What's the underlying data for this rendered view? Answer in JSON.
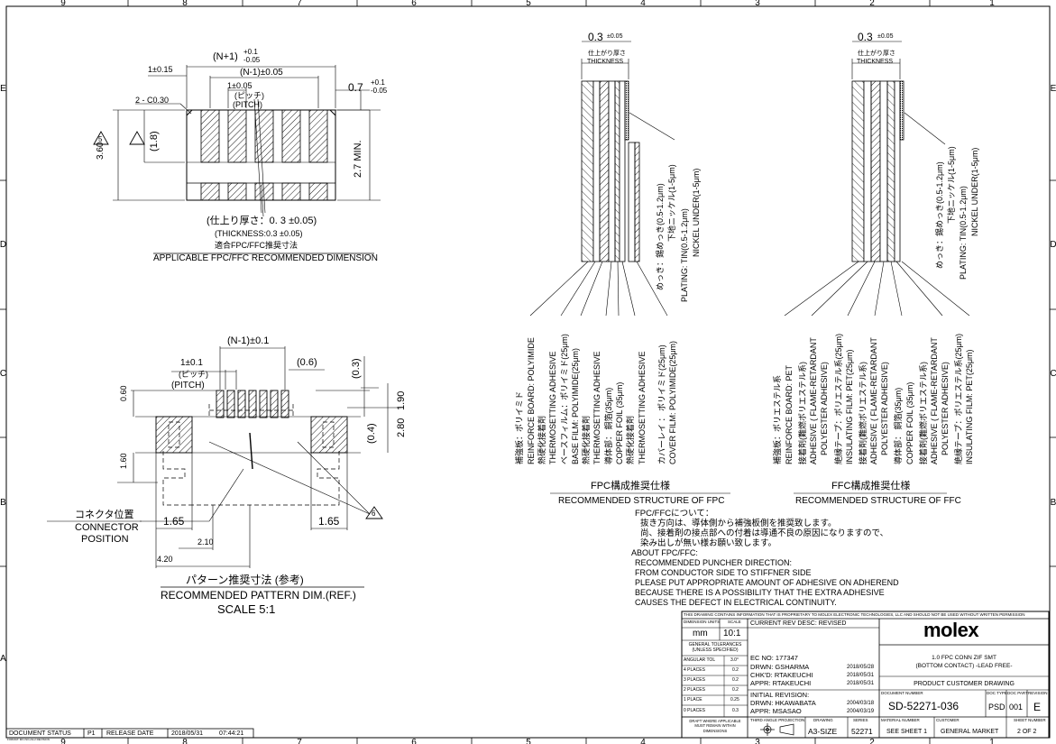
{
  "frame": {
    "column_numbers": [
      "9",
      "8",
      "7",
      "6",
      "5",
      "4",
      "3",
      "2",
      "1"
    ],
    "row_letters": [
      "E",
      "D",
      "C",
      "B",
      "A"
    ]
  },
  "view_top_left": {
    "dims": {
      "total_width": "(N+1)",
      "total_tol_upper": "+0.1",
      "total_tol_lower": "-0.05",
      "inner_width": "(N-1)±0.05",
      "pitch": "1±0.05",
      "pitch_jp": "(ピッチ)",
      "pitch_en": "(PITCH)",
      "edge": "1±0.15",
      "chamfer": "2 - C0.30",
      "tail": "0.7",
      "tail_tol_upper": "+0.1",
      "tail_tol_lower": "-0.05",
      "height": "3.60",
      "contact_len": "(1.8)",
      "min_len": "2.7 MIN.",
      "note_num": "5",
      "thickness_jp": "(仕上り厚さ：0. 3 ±0.05)",
      "thickness_en": "(THICKNESS:0.3 ±0.05)"
    },
    "title_jp": "適合FPC/FFC推奨寸法",
    "title_en": "APPLICABLE FPC/FFC RECOMMENDED DIMENSION"
  },
  "view_bottom_left": {
    "dims": {
      "inner": "(N-1)±0.1",
      "pitch": "1±0.1",
      "pitch_jp": "(ピッチ)",
      "pitch_en": "(PITCH)",
      "gap": "(0.6)",
      "top_offset": "(0.3)",
      "left_height": "0.60",
      "right_h1": "1.90",
      "right_h2": "2.80",
      "mid": "(0.4)",
      "lower": "1.60",
      "pad_left": "1.65",
      "pad_right": "1.65",
      "d210": "2.10",
      "d420": "4.20",
      "note_num": "6"
    },
    "connector_jp": "コネクタ位置",
    "connector_en": [
      "CONNECTOR",
      "POSITION"
    ],
    "title_jp": "パターン推奨寸法 (参考)",
    "title_en": "RECOMMENDED PATTERN DIM.(REF.)",
    "scale": "SCALE   5:1"
  },
  "fpc": {
    "thickness": "0.3",
    "thickness_tol": "±0.05",
    "thickness_jp": "仕上がり厚さ",
    "thickness_en": "THICKNESS",
    "plating": [
      "めっき：錫めっき(0.5-1.2μm)",
      "下地ニッケル(1-5μm)",
      "PLATING: TIN(0.5-1.2μm)",
      "NICKEL UNDER(1-5μm)"
    ],
    "layers": [
      "補強板：ポリイミド",
      "REINFORCE BOARD: POLYIMIDE",
      "熱硬化接着剤",
      "THERMOSETTING ADHESIVE",
      "ベースフィルム：ポリイミド(25μm)",
      "BASE FILM: POLYIMIDE(25μm)",
      "熱硬化接着剤",
      "THERMOSETTING ADHESIVE",
      "導体部：  銅箔(35μm)",
      "COPPER FOIL (35μm)",
      "熱硬化接着剤",
      "THERMOSETTING ADHESIVE",
      "カバーレイ ： ポリイミド(25μm)",
      "COVER FILM: POLYIMIDE(25μm)"
    ],
    "title_jp": "FPC構成推奨仕様",
    "title_en": "RECOMMENDED STRUCTURE OF FPC"
  },
  "ffc": {
    "thickness": "0.3",
    "thickness_tol": "±0.05",
    "thickness_jp": "仕上がり厚さ",
    "thickness_en": "THICKNESS",
    "plating": [
      "めっき：錫めっき(0.5-1.2μm)",
      "下地ニッケル(1-5μm)",
      "PLATING: TIN(0.5-1.2μm)",
      "NICKEL UNDER(1-5μm)"
    ],
    "layers": [
      "補強板：ポリエステル系",
      "REINFORCE BOARD: PET",
      "接着剤(難燃ポリエステル系)",
      "ADHESIVE ( FLAME-RETARDANT",
      "POLYESTER ADHESIVE)",
      "絶縁テープ：ポリエステル系(25μm)",
      "INSULATING FILM: PET(25μm)",
      "接着剤(難燃ポリエステル系)",
      "ADHESIVE ( FLAME-RETARDANT",
      "POLYESTER ADHESIVE)",
      "導体部：  銅箔(35μm)",
      "COPPER FOIL (35μm)",
      "接着剤(難燃ポリエステル系)",
      "ADHESIVE ( FLAME-RETARDANT",
      "POLYESTER ADHESIVE)",
      "絶縁テープ：ポリエステル系(25μm)",
      "INSULATING FILM: PET(25μm)"
    ],
    "title_jp": "FFC構成推奨仕様",
    "title_en": "RECOMMENDED STRUCTURE OF FFC"
  },
  "notes": {
    "header_jp": "FPC/FFCについて：",
    "lines_jp": [
      "抜き方向は、導体側から補強板側を推奨致します。",
      "尚、接着剤の接点部への付着は導通不良の原因になりますので、",
      "染み出しが無い様お願い致します。"
    ],
    "header_en": "ABOUT FPC/FFC:",
    "lines_en": [
      "RECOMMENDED PUNCHER DIRECTION:",
      "FROM CONDUCTOR SIDE TO STIFFNER SIDE",
      "PLEASE PUT APPROPRIATE AMOUNT OF ADHESIVE ON ADHEREND",
      "BECAUSE THERE IS A POSSIBILITY THAT THE EXTRA ADHESIVE",
      "CAUSES THE   DEFECT IN ELECTRICAL CONTINUITY."
    ]
  },
  "title_block": {
    "proprietary": "THIS DRAWING CONTAINS INFORMATION THAT IS PROPRIETARY TO MOLEX ELECTRONIC TECHNOLOGIES, LLC AND SHOULD NOT BE USED WITHOUT WRITTEN PERMISSION",
    "dimension_units_label": "DIMENSION UNITS",
    "dimension_units": "mm",
    "scale_label": "SCALE",
    "scale": "10:1",
    "general_tolerances": "GENERAL TOLERANCES (UNLESS SPECIFIED)",
    "angular_label": "ANGULAR TOL",
    "angular_value": "3.0°",
    "tolerances": [
      {
        "label": "4 PLACES",
        "value": "0.2"
      },
      {
        "label": "3 PLACES",
        "value": "0.2"
      },
      {
        "label": "2 PLACES",
        "value": "0.2"
      },
      {
        "label": "1 PLACE",
        "value": "0.25"
      },
      {
        "label": "0 PLACES",
        "value": "0.3"
      }
    ],
    "draft_note": "DRAFT WHERE APPLICABLE MUST REMAIN WITHIN DIMENSIONS",
    "current_rev_label": "CURRENT REV DESC: REVISED",
    "ec_no": "EC NO:   177347",
    "drwn": "DRWN:  GSHARMA",
    "drwn_date": "2018/05/28",
    "chkd": "CHK'D:  RTAKEUCHI",
    "chkd_date": "2018/05/31",
    "appr": "APPR:   RTAKEUCHI",
    "appr_date": "2018/05/31",
    "initial_revision": "INITIAL REVISION:",
    "init_drwn": "DRWN:  HKAWABATA",
    "init_drwn_date": "2004/03/18",
    "init_appr": "APPR:   MSASAO",
    "init_appr_date": "2004/03/19",
    "logo": "molex",
    "product_line1": "1.0 FPC CONN ZIF SMT",
    "product_line2": "(BOTTOM CONTACT) -LEAD FREE-",
    "drawing_type": "PRODUCT CUSTOMER DRAWING",
    "doc_number_label": "DOCUMENT NUMBER",
    "doc_number": "SD-52271-036",
    "doc_type_label": "DOC TYPE",
    "doc_type": "PSD",
    "doc_part_label": "DOC PART",
    "doc_part": "001",
    "revision_label": "REVISION",
    "revision": "E",
    "projection_label": "THIRD ANGLE PROJECTION",
    "drawing_label": "DRAWING",
    "sheet_size": "A3-SIZE",
    "series_label": "SERIES",
    "series": "52271",
    "material_label": "MATERIAL NUMBER",
    "material": "SEE SHEET 1",
    "customer_label": "CUSTOMER",
    "customer": "GENERAL MARKET",
    "sheet_label": "SHEET NUMBER",
    "sheet": "2 OF 2"
  },
  "status_bar": {
    "document_status_label": "DOCUMENT STATUS",
    "document_status": "P1",
    "release_date_label": "RELEASE DATE",
    "release_date": "2018/05/31",
    "release_time": "07:44:21"
  },
  "corner_note": "FORMAT: MX-ISO-A3-2 REVISION"
}
